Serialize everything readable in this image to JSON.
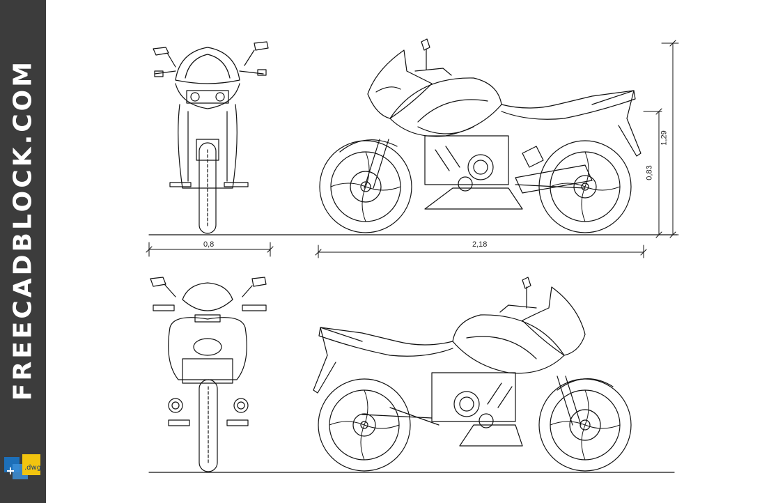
{
  "brand": {
    "text": "FREECADBLOCK.COM",
    "logo_text": ".dwg"
  },
  "dimensions": {
    "front_width": "0,8",
    "total_length": "2,18",
    "seat_height": "0,83",
    "total_height": "1,29"
  },
  "colors": {
    "banner": "#3c3c3c",
    "line": "#111111",
    "logo_blue": "#1d6fb8",
    "logo_yellow": "#f2c40f"
  }
}
